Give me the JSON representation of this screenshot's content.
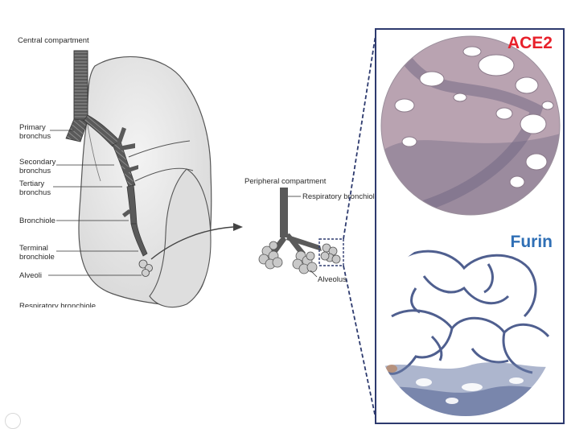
{
  "diagram": {
    "central_compartment_label": "Central compartment",
    "labels": {
      "primary": [
        "Primary",
        "bronchus"
      ],
      "secondary": [
        "Secondary",
        "bronchus"
      ],
      "tertiary": [
        "Tertiary",
        "bronchus"
      ],
      "bronchiole": "Bronchiole",
      "terminal": [
        "Terminal",
        "bronchiole"
      ],
      "alveoli": "Alveoli",
      "respiratory_cut": "Respiratory bronchiole"
    },
    "peripheral_compartment_label": "Peripheral compartment",
    "respiratory_bronchiole_label": "Respiratory bronchiole",
    "alveolus_label": "Alveolus"
  },
  "stains": {
    "top": {
      "label": "ACE2",
      "color": "#e8202a"
    },
    "bottom": {
      "label": "Furin",
      "color": "#2f6fb5"
    }
  },
  "colors": {
    "frame": "#2d3a6e",
    "tissue_pink": "#b79aa8",
    "tissue_blue": "#4f5f8f",
    "lung_fill": "#e9e9e9",
    "airway": "#6b6b6b"
  }
}
